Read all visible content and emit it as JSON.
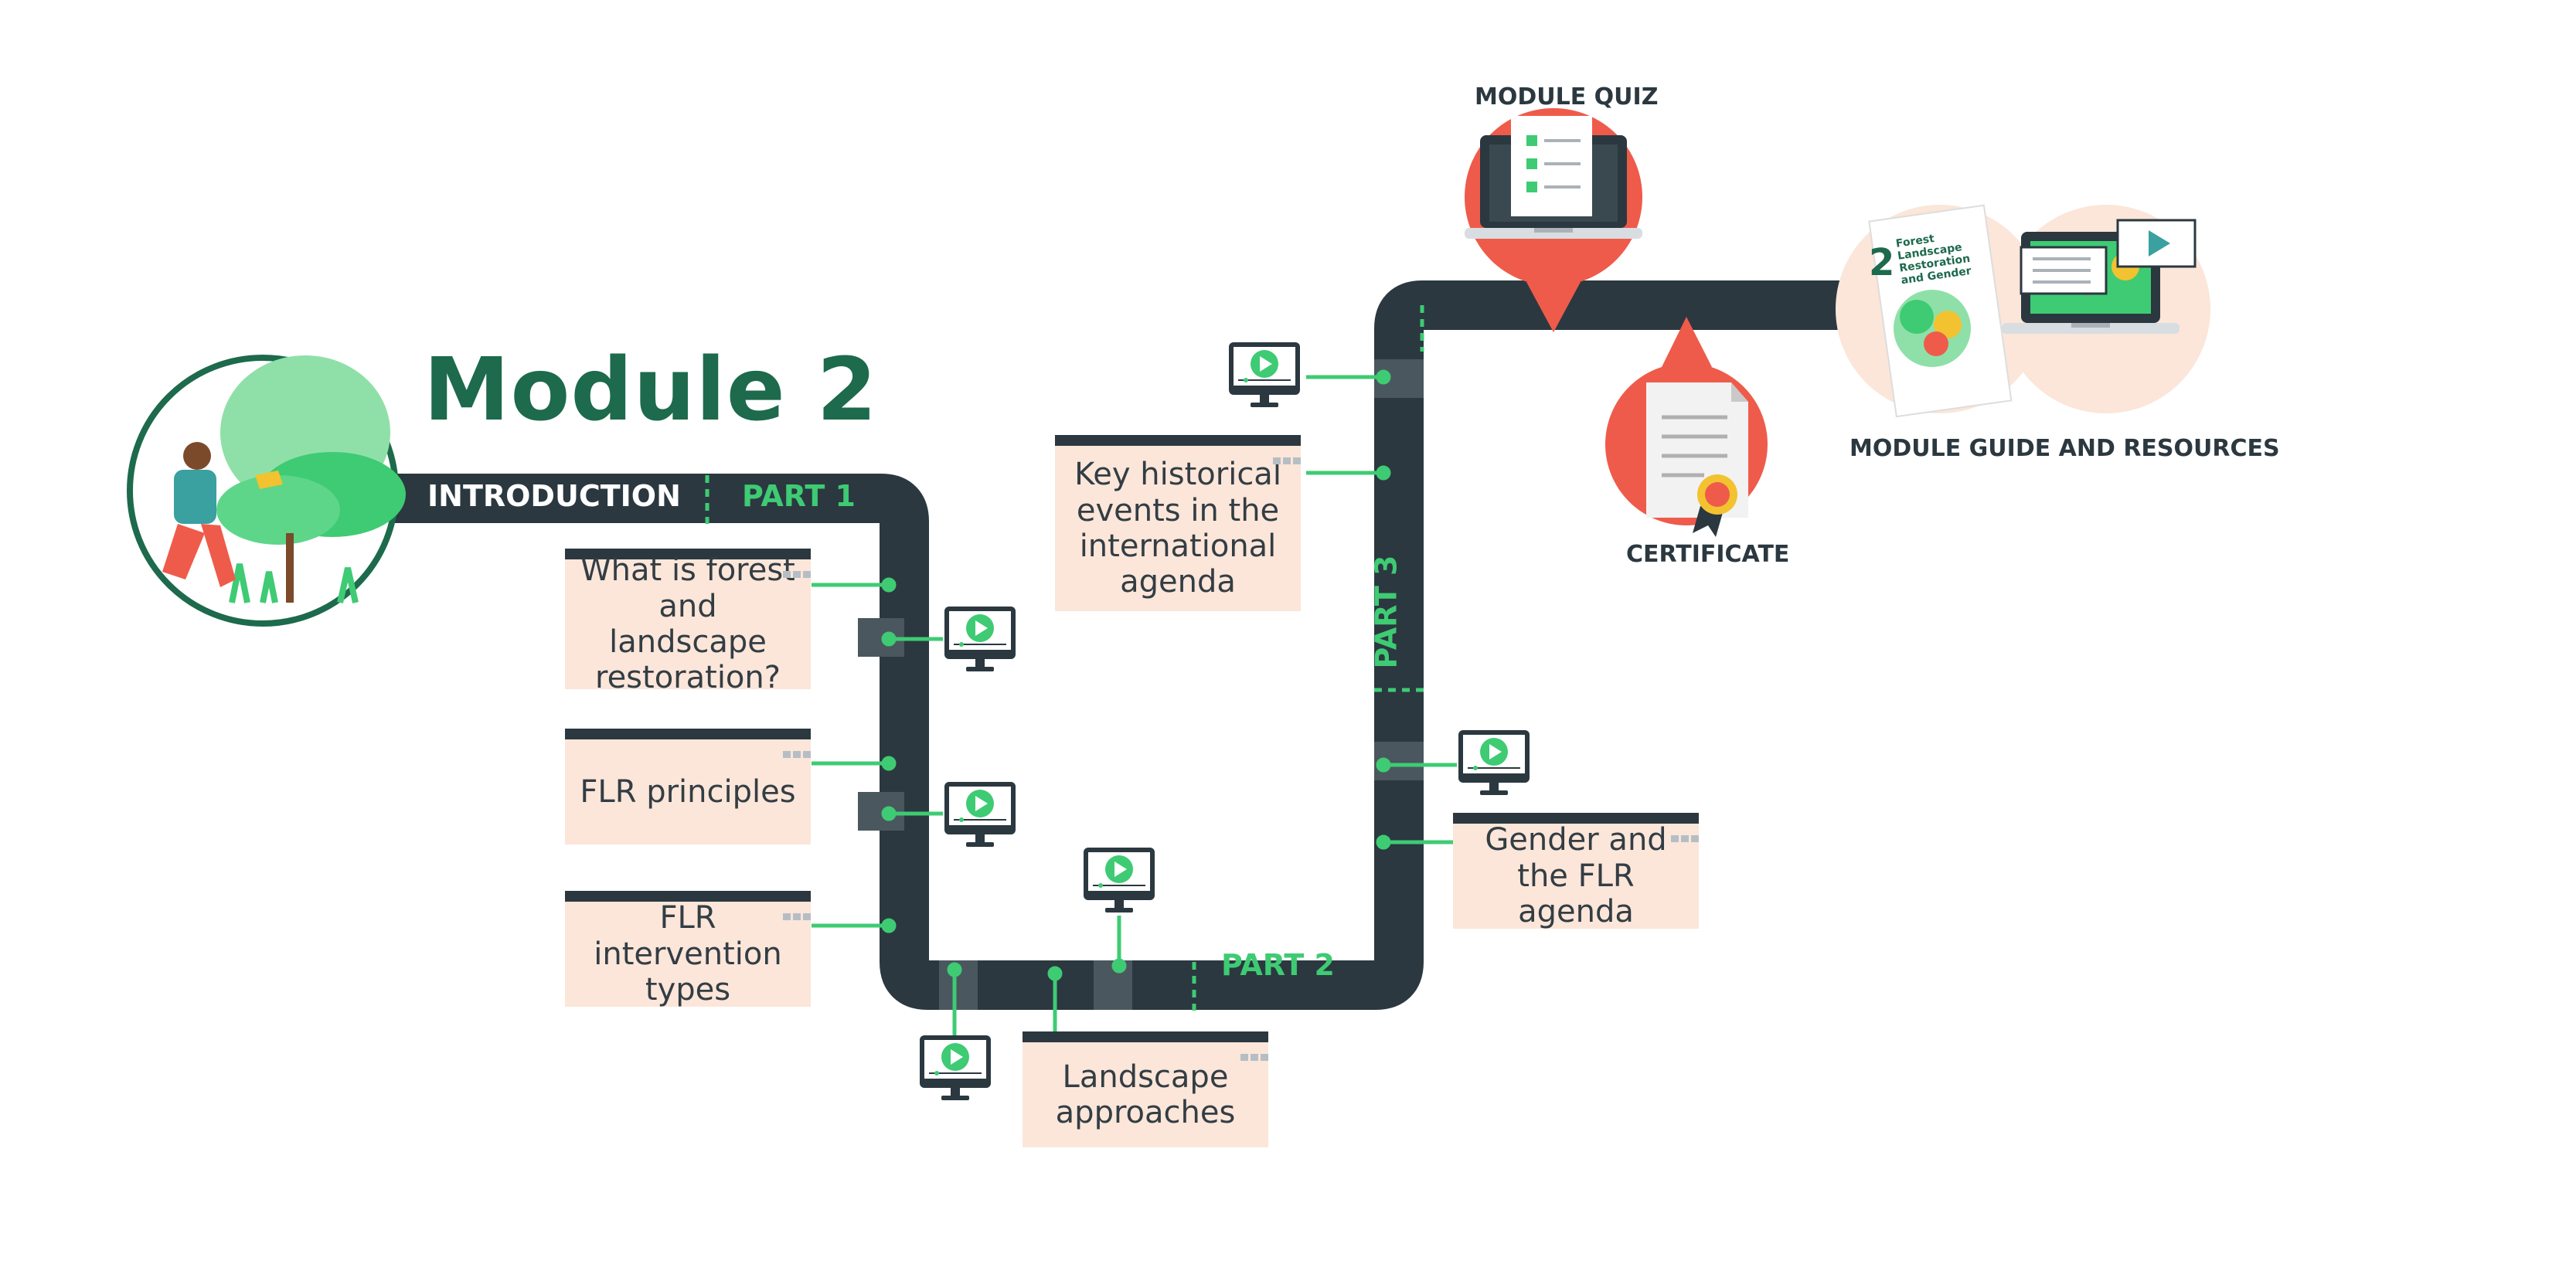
{
  "title": "Module 2",
  "road": {
    "intro_label": "INTRODUCTION",
    "part1_label": "PART 1",
    "part2_label": "PART 2",
    "part3_label": "PART 3"
  },
  "cards": {
    "c1": "What is forest and landscape restoration?",
    "c2": "FLR principles",
    "c3": "FLR intervention types",
    "c4": "Landscape approaches",
    "c5": "Key historical events in the international agenda",
    "c6": "Gender and the FLR agenda"
  },
  "captions": {
    "quiz": "MODULE QUIZ",
    "certificate": "CERTIFICATE",
    "guide": "MODULE GUIDE AND RESOURCES"
  },
  "guide_book": {
    "number": "2",
    "title": "Forest Landscape Restoration and Gender"
  },
  "icons": [
    "person-watering-plant-illustration",
    "video-monitor-icon",
    "laptop-quiz-icon",
    "certificate-icon",
    "guide-book-icon",
    "laptop-video-icon"
  ],
  "colors": {
    "road": "#2b3840",
    "accent_green": "#3ecb73",
    "title_green": "#1d6a4d",
    "card_bg": "#fbe6d9",
    "coral": "#ef5b4a",
    "peach_circle": "#fbe6d9"
  }
}
